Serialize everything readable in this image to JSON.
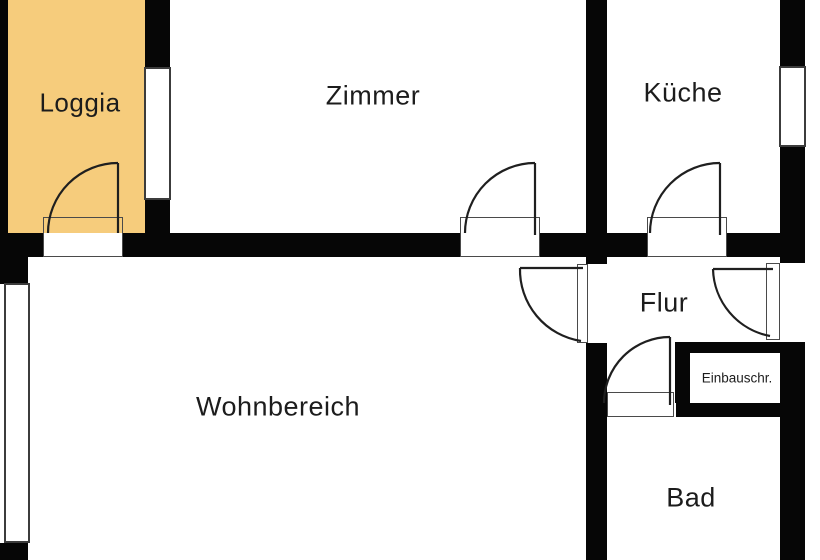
{
  "floorplan": {
    "colors": {
      "wall": "#060606",
      "background": "#ffffff",
      "loggia_fill": "#f6cc7c",
      "door_line": "#1f1f1f"
    },
    "rooms": {
      "loggia": {
        "label": "Loggia"
      },
      "zimmer": {
        "label": "Zimmer"
      },
      "kueche": {
        "label": "Küche"
      },
      "flur": {
        "label": "Flur"
      },
      "wohnbereich": {
        "label": "Wohnbereich"
      },
      "einbauschrank": {
        "label": "Einbauschr."
      },
      "bad": {
        "label": "Bad"
      }
    }
  }
}
